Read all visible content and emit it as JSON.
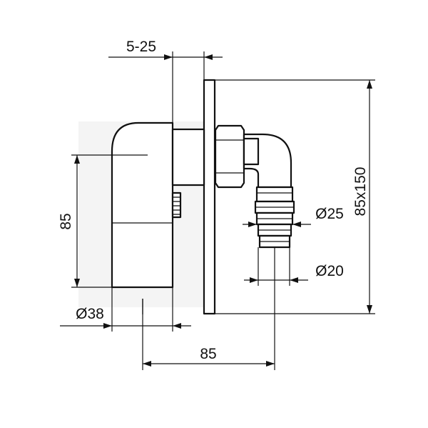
{
  "dimensions": {
    "wall_offset": "5-25",
    "plate_size": "85x150",
    "outlet_height": "85",
    "pipe_outer_diameter": "Ø38",
    "nozzle_outer_diameter": "Ø25",
    "nozzle_inner_diameter": "Ø20",
    "horizontal_spacing": "85"
  },
  "colors": {
    "line": "#111111",
    "background": "#ffffff"
  }
}
